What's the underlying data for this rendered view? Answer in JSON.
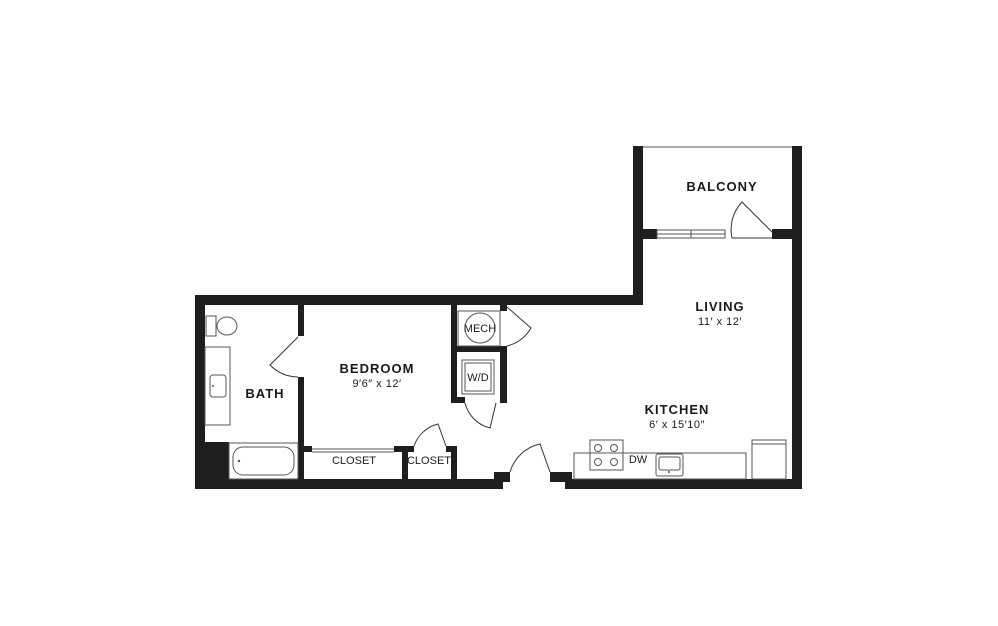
{
  "rooms": {
    "balcony": {
      "name": "BALCONY"
    },
    "living": {
      "name": "LIVING",
      "dims": "11′ x 12′"
    },
    "bedroom": {
      "name": "BEDROOM",
      "dims": "9′6″ x 12′"
    },
    "bath": {
      "name": "BATH"
    },
    "kitchen": {
      "name": "KITCHEN",
      "dims": "6′ x 15′10″"
    }
  },
  "fixtures": {
    "mech": "MECH",
    "washer_dryer": "W/D",
    "closet_bedroom": "CLOSET",
    "closet_hall": "CLOSET",
    "dishwasher": "DW"
  },
  "colors": {
    "wall": "#1e1e1e",
    "background": "#ffffff"
  }
}
